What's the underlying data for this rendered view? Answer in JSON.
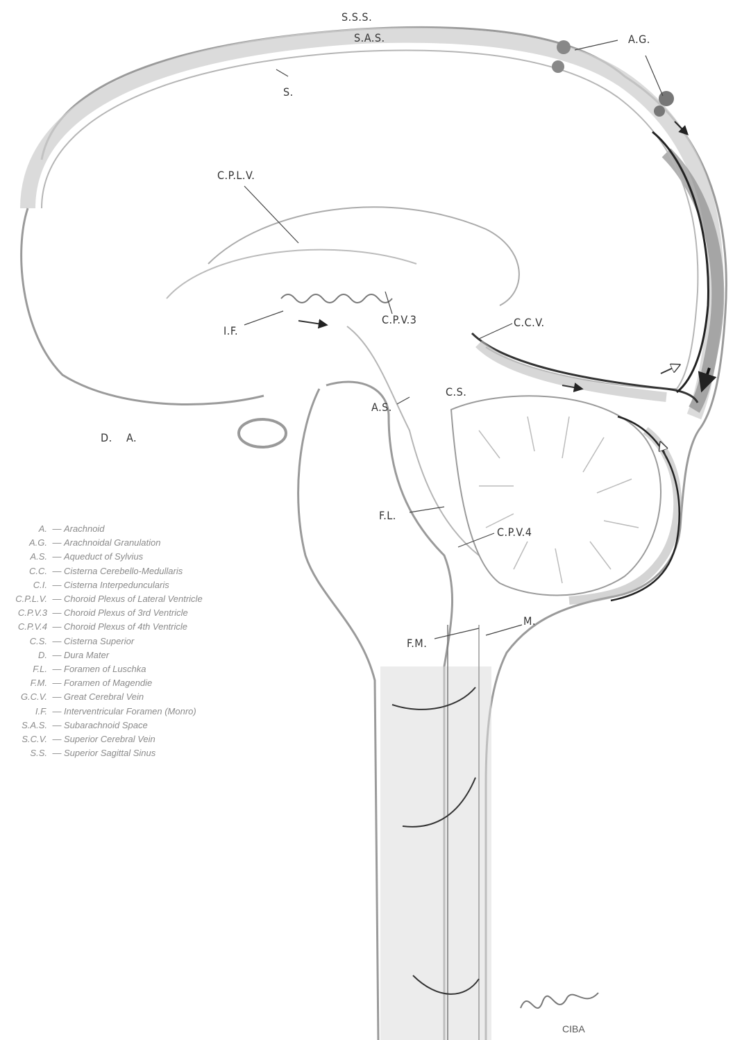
{
  "labels": {
    "sss": "S.S.S.",
    "sas_top": "S.A.S.",
    "s": "S.",
    "ag": "A.G.",
    "cplv": "C.P.L.V.",
    "if": "I.F.",
    "cpv3": "C.P.V.3",
    "ccv": "C.C.V.",
    "cs": "C.S.",
    "as": "A.S.",
    "da": "D.    A.",
    "fl": "F.L.",
    "cpv4": "C.P.V.4",
    "fm": "F.M.",
    "m": "M."
  },
  "legend": [
    {
      "abbr": "A.",
      "desc": "Arachnoid"
    },
    {
      "abbr": "A.G.",
      "desc": "Arachnoidal Granulation"
    },
    {
      "abbr": "A.S.",
      "desc": "Aqueduct of Sylvius"
    },
    {
      "abbr": "C.C.",
      "desc": "Cisterna Cerebello-Medullaris"
    },
    {
      "abbr": "C.I.",
      "desc": "Cisterna Interpeduncularis"
    },
    {
      "abbr": "C.P.L.V.",
      "desc": "Choroid Plexus of Lateral Ventricle"
    },
    {
      "abbr": "C.P.V.3",
      "desc": "Choroid Plexus of 3rd Ventricle"
    },
    {
      "abbr": "C.P.V.4",
      "desc": "Choroid Plexus of 4th Ventricle"
    },
    {
      "abbr": "C.S.",
      "desc": "Cisterna Superior"
    },
    {
      "abbr": "D.",
      "desc": "Dura Mater"
    },
    {
      "abbr": "F.L.",
      "desc": "Foramen of Luschka"
    },
    {
      "abbr": "F.M.",
      "desc": "Foramen of Magendie"
    },
    {
      "abbr": "G.C.V.",
      "desc": "Great Cerebral Vein"
    },
    {
      "abbr": "I.F.",
      "desc": "Interventricular Foramen (Monro)"
    },
    {
      "abbr": "S.A.S.",
      "desc": "Subarachnoid Space"
    },
    {
      "abbr": "S.C.V.",
      "desc": "Superior Cerebral Vein"
    },
    {
      "abbr": "S.S.",
      "desc": "Superior Sagittal Sinus"
    }
  ],
  "signature": "CIBA",
  "colors": {
    "shade": "#c9c9c9",
    "dark_shade": "#8f8f8f",
    "line": "#3a3a3a"
  }
}
